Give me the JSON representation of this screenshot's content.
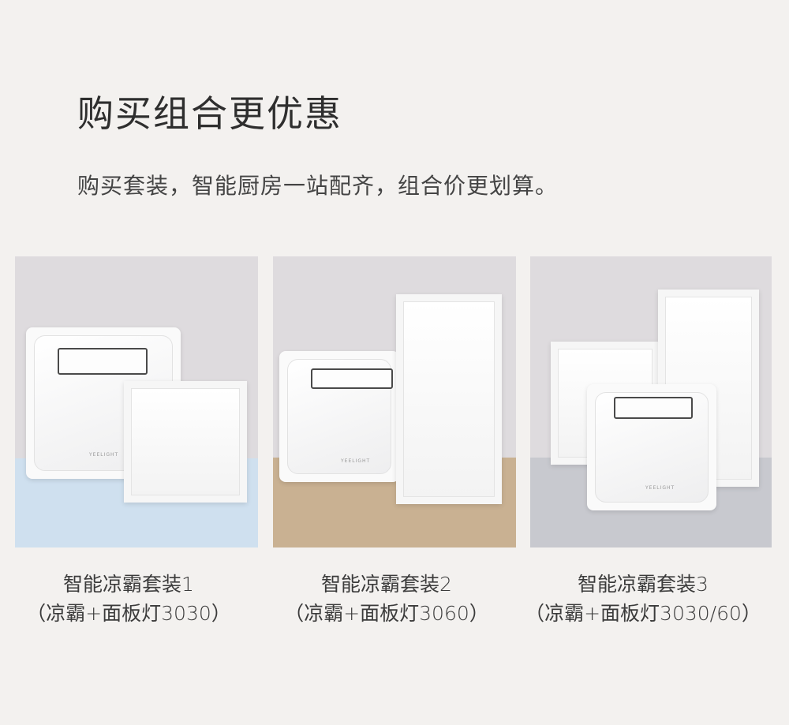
{
  "header": {
    "title": "购买组合更优惠",
    "subtitle": "购买套装，智能厨房一站配齐，组合价更划算。"
  },
  "products": [
    {
      "name": "智能凉霸套装1",
      "spec": "（凉霸+面板灯3030）",
      "floor_color": "#cfe0ef",
      "brand": "YEELIGHT"
    },
    {
      "name": "智能凉霸套装2",
      "spec": "（凉霸+面板灯3060）",
      "floor_color": "#c9b192",
      "brand": "YEELIGHT"
    },
    {
      "name": "智能凉霸套装3",
      "spec": "（凉霸+面板灯3030/60）",
      "floor_color": "#c8c9cf",
      "brand": "YEELIGHT"
    }
  ]
}
